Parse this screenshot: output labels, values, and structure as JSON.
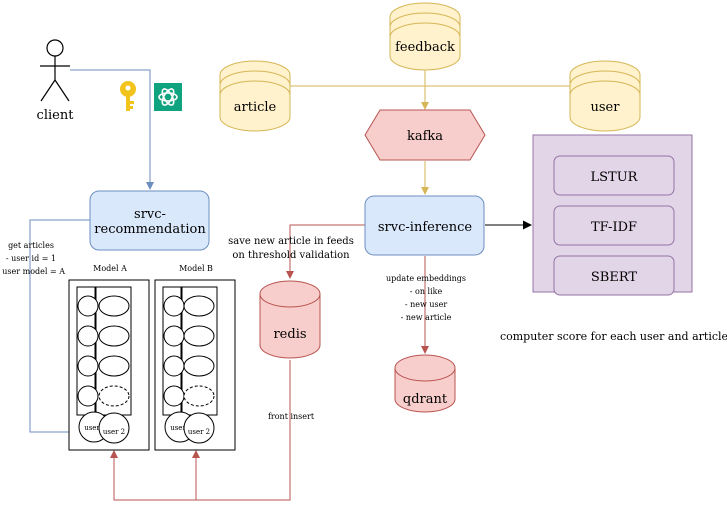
{
  "nodes": {
    "client": "client",
    "feedback": "feedback",
    "article": "article",
    "user": "user",
    "kafka": "kafka",
    "srvc_recommendation_line1": "srvc-",
    "srvc_recommendation_line2": "recommendation",
    "srvc_inference": "srvc-inference",
    "redis": "redis",
    "qdrant": "qdrant",
    "model_a": "Model A",
    "model_b": "Model B",
    "model_user1": "user",
    "model_user2": "user 2"
  },
  "models": [
    "LSTUR",
    "TF-IDF",
    "SBERT"
  ],
  "annotations": {
    "get_articles": [
      "get articles",
      "- user id = 1",
      "- user model = A"
    ],
    "save_new_article": [
      "save new article in feeds",
      "on threshold validation"
    ],
    "update_embeddings": [
      "update embeddings",
      "- on like",
      "- new user",
      "- new article"
    ],
    "front_insert": "front insert",
    "compute_score": "computer score for each user and article"
  },
  "colors": {
    "db_yellow_fill": "#fff2cc",
    "db_yellow_stroke": "#d6b656",
    "red_fill": "#f8cecc",
    "red_stroke": "#b85450",
    "blue_fill": "#dae8fc",
    "blue_stroke": "#6c8ebf",
    "purple_fill": "#e1d5e7",
    "purple_stroke": "#9673a6",
    "edge_blue": "#6c8ebf",
    "edge_yellow": "#d6b656",
    "edge_red": "#b85450",
    "key_gold": "#f2c41b",
    "openai_teal": "#10a37f"
  },
  "icons": [
    "actor-icon",
    "key-icon",
    "openai-icon"
  ]
}
